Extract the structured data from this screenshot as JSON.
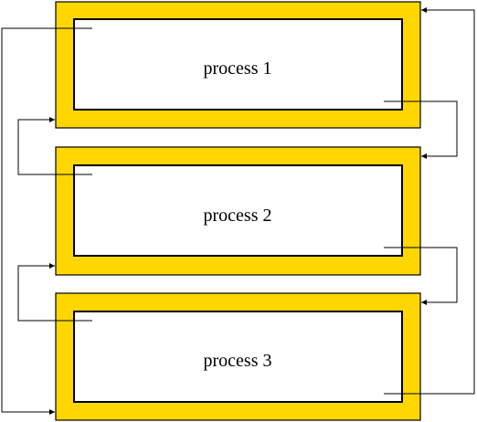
{
  "diagram": {
    "frame_color": "#FFD700",
    "line_color": "#000000",
    "processes": [
      {
        "label": "process 1"
      },
      {
        "label": "process 2"
      },
      {
        "label": "process 3"
      }
    ],
    "connections": [
      {
        "from": "process 1",
        "to": "process 2"
      },
      {
        "from": "process 2",
        "to": "process 3"
      },
      {
        "from": "process 3",
        "to": "process 1"
      },
      {
        "from": "process 2",
        "to": "process 1"
      },
      {
        "from": "process 3",
        "to": "process 2"
      },
      {
        "from": "process 1",
        "to": "process 3"
      }
    ]
  }
}
